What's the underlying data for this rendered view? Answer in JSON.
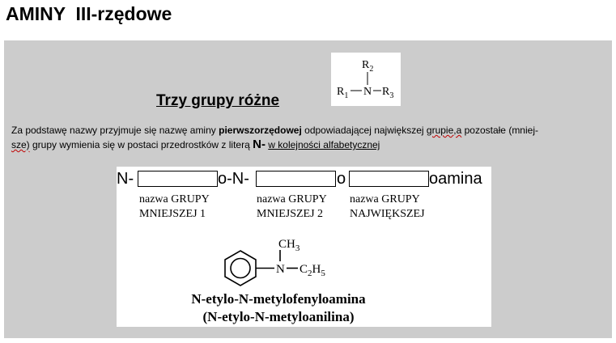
{
  "page": {
    "title": "AMINY  III-rzędowe",
    "subtitle": "Trzy grupy różne"
  },
  "structure": {
    "r1": "R",
    "r1_sub": "1",
    "r2": "R",
    "r2_sub": "2",
    "r3": "R",
    "r3_sub": "3",
    "n": "N"
  },
  "paragraph": {
    "p1": "Za podstawę nazwy przyjmuje się nazwę aminy ",
    "bold": "pierwszorzędowej",
    "p2": " odpowiadającej największej ",
    "squig": "grupie,a",
    "p3": " pozostałe (mniej-",
    "squig2": "sze)",
    "p4": " grupy wymienia się w postaci przedrostków z literą ",
    "big": "N-",
    "p5": " ",
    "underlined": "w kolejności alfabetycznej"
  },
  "scheme": {
    "prefix": "N-",
    "mid1": "o-N-",
    "mid2": "o",
    "suffix": "oamina",
    "group1": "nazwa GRUPY\nMNIEJSZEJ 1",
    "group2": "nazwa GRUPY\nMNIEJSZEJ 2",
    "group3": "nazwa GRUPY\nNAJWIĘKSZEJ"
  },
  "example": {
    "ch3": "CH",
    "ch3_sub": "3",
    "n": "N",
    "c2h5_c": "C",
    "c2h5_2": "2",
    "c2h5_h": "H",
    "c2h5_5": "5",
    "name": "N-etylo-N-metylofenyloamina",
    "alt_name": "(N-etylo-N-metyloanilina)"
  }
}
